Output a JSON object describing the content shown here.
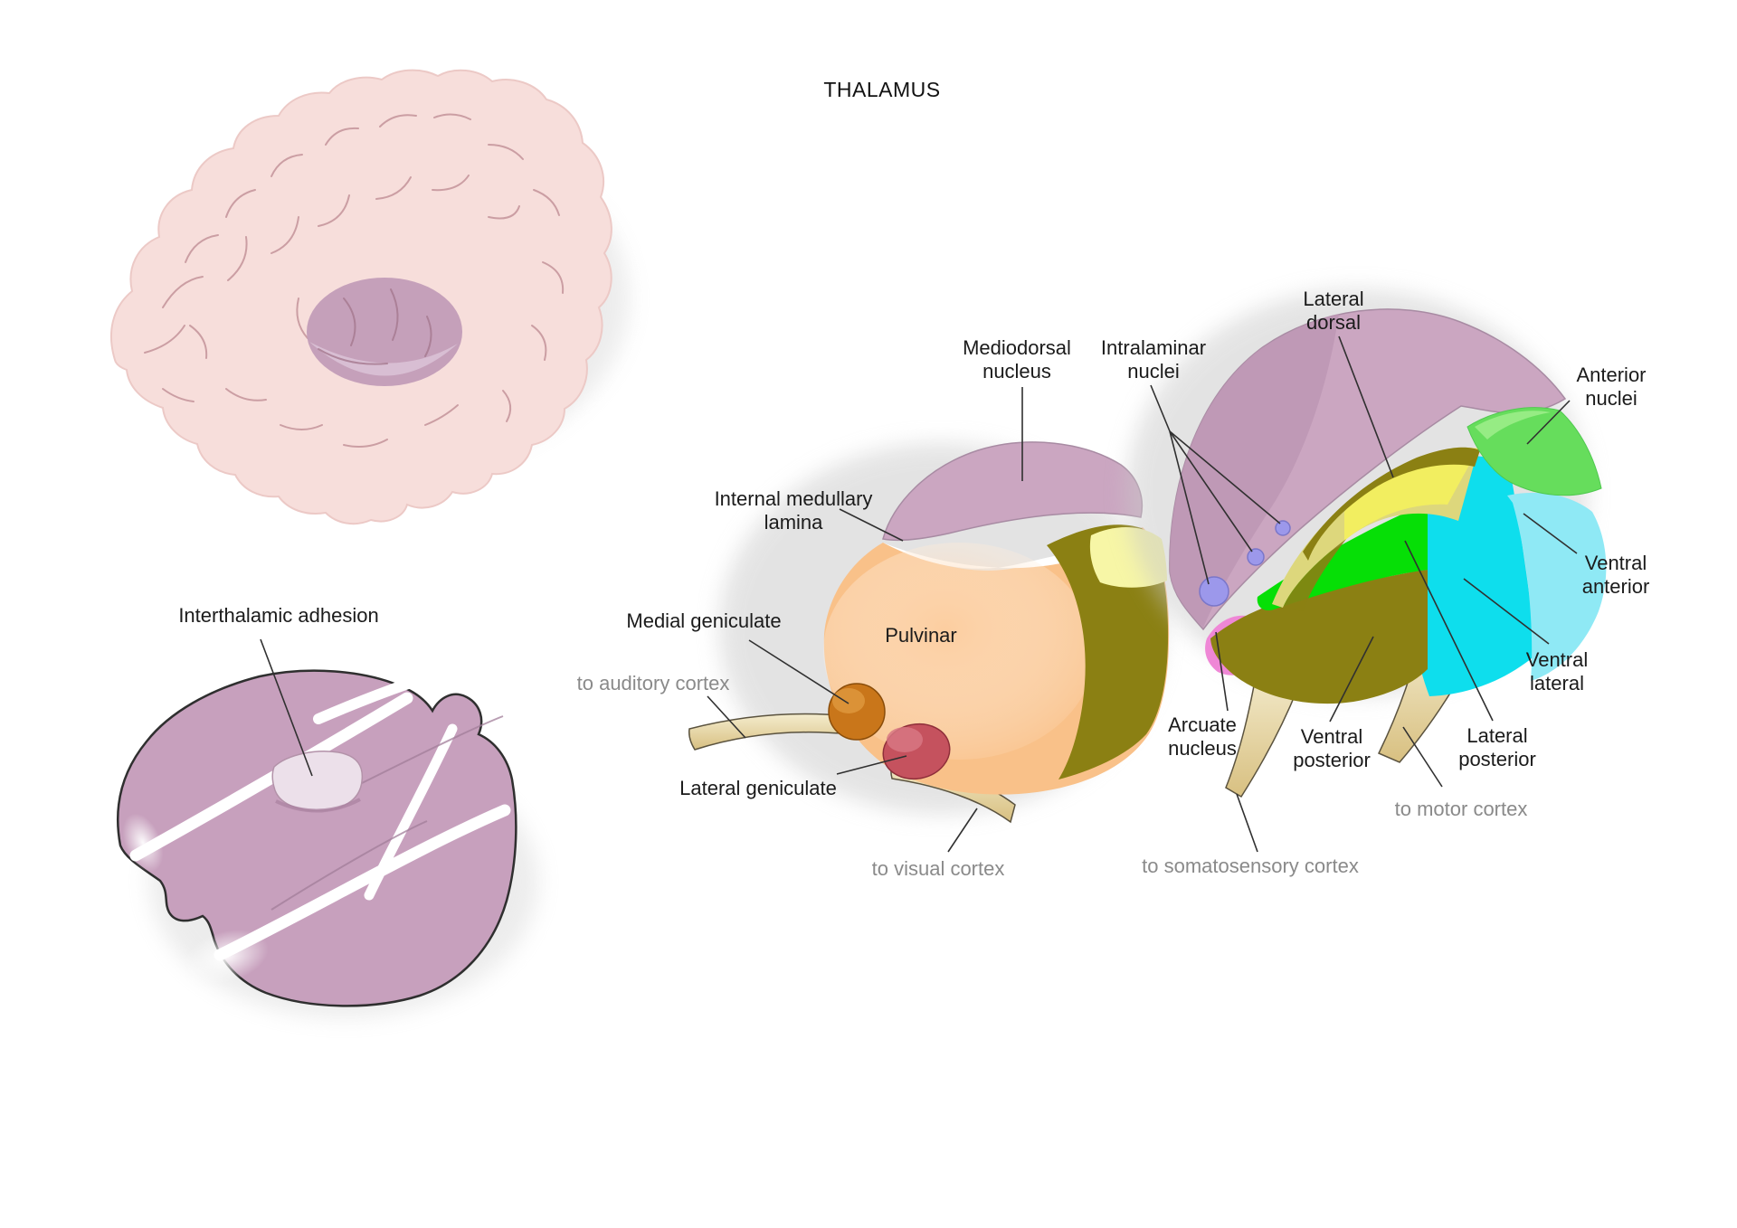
{
  "title": "THALAMUS",
  "labels": {
    "interthalamic": {
      "l1": "Interthalamic adhesion"
    },
    "mediodorsal": {
      "l1": "Mediodorsal",
      "l2": "nucleus"
    },
    "intralaminar": {
      "l1": "Intralaminar",
      "l2": "nuclei"
    },
    "lateral_dorsal": {
      "l1": "Lateral",
      "l2": "dorsal"
    },
    "anterior_nuclei": {
      "l1": "Anterior",
      "l2": "nuclei"
    },
    "internal_medullary": {
      "l1": "Internal medullary",
      "l2": "lamina"
    },
    "medial_geniculate": {
      "l1": "Medial geniculate"
    },
    "pulvinar": {
      "l1": "Pulvinar"
    },
    "lateral_geniculate": {
      "l1": "Lateral geniculate"
    },
    "arcuate": {
      "l1": "Arcuate",
      "l2": "nucleus"
    },
    "ventral_posterior": {
      "l1": "Ventral",
      "l2": "posterior"
    },
    "lateral_posterior": {
      "l1": "Lateral",
      "l2": "posterior"
    },
    "ventral_lateral": {
      "l1": "Ventral",
      "l2": "lateral"
    },
    "ventral_anterior": {
      "l1": "Ventral",
      "l2": "anterior"
    }
  },
  "projection_labels": {
    "auditory": "to auditory cortex",
    "visual": "to visual cortex",
    "somatosensory": "to somatosensory cortex",
    "motor": "to motor cortex"
  },
  "colors": {
    "background": "#ffffff",
    "label_text": "#1b1b1b",
    "cortex_label_text": "#8a8a8a",
    "leader_line": "#303030",
    "brain_pink": "#f7dedb",
    "brain_sulci": "#c4939a",
    "brain_thalamus_dark": "#c29cb8",
    "brain_thalamus_light": "#d9c0d4",
    "thalamus_mauve": "#c7a0bd",
    "adhesion_pale": "#ece0ea",
    "mauve_dome": "#cba6c1",
    "mauve_dome_shade": "#bd97b4",
    "pulvinar_orange": "#f9c189",
    "olive": "#8b8013",
    "pale_yellow": "#f7f6a6",
    "lateral_dorsal_yellow": "#f2ee60",
    "khaki": "#ddd77c",
    "lateral_posterior_green": "#06df06",
    "anterior_nuclei_green": "#66dd5c",
    "ventral_lateral_cyan": "#0edeed",
    "ventral_anterior_cyan": "#8fe9f5",
    "intralaminar_purple": "#9c98eb",
    "arcuate_pink": "#ef87d6",
    "medial_geniculate": "#c9761a",
    "lateral_geniculate": "#c5525e",
    "tract_tan": "#ecddab"
  }
}
